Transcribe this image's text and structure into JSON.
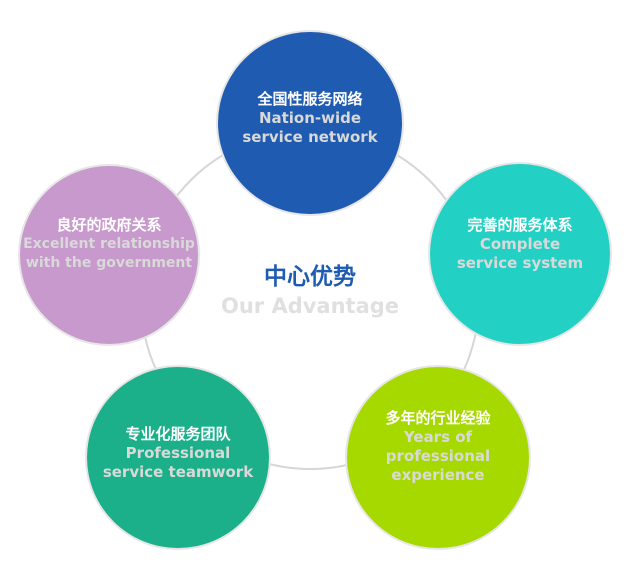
{
  "center": {
    "title_zh": "中心优势",
    "title_en": "Our Advantage"
  },
  "items": [
    {
      "zh": "全国性服务网络",
      "en": [
        "Nation-wide",
        "service network"
      ],
      "color": "#1f5bb0"
    },
    {
      "zh": "完善的服务体系",
      "en": [
        "Complete",
        "service system"
      ],
      "color": "#23d1c4"
    },
    {
      "zh": "多年的行业经验",
      "en": [
        "Years of",
        "professional",
        "experience"
      ],
      "color": "#a6d900"
    },
    {
      "zh": "专业化服务团队",
      "en": [
        "Professional",
        "service teamwork"
      ],
      "color": "#1bb08a"
    },
    {
      "zh": "良好的政府关系",
      "en": [
        "Excellent relationship",
        "with the government"
      ],
      "color": "#c899cc"
    }
  ]
}
